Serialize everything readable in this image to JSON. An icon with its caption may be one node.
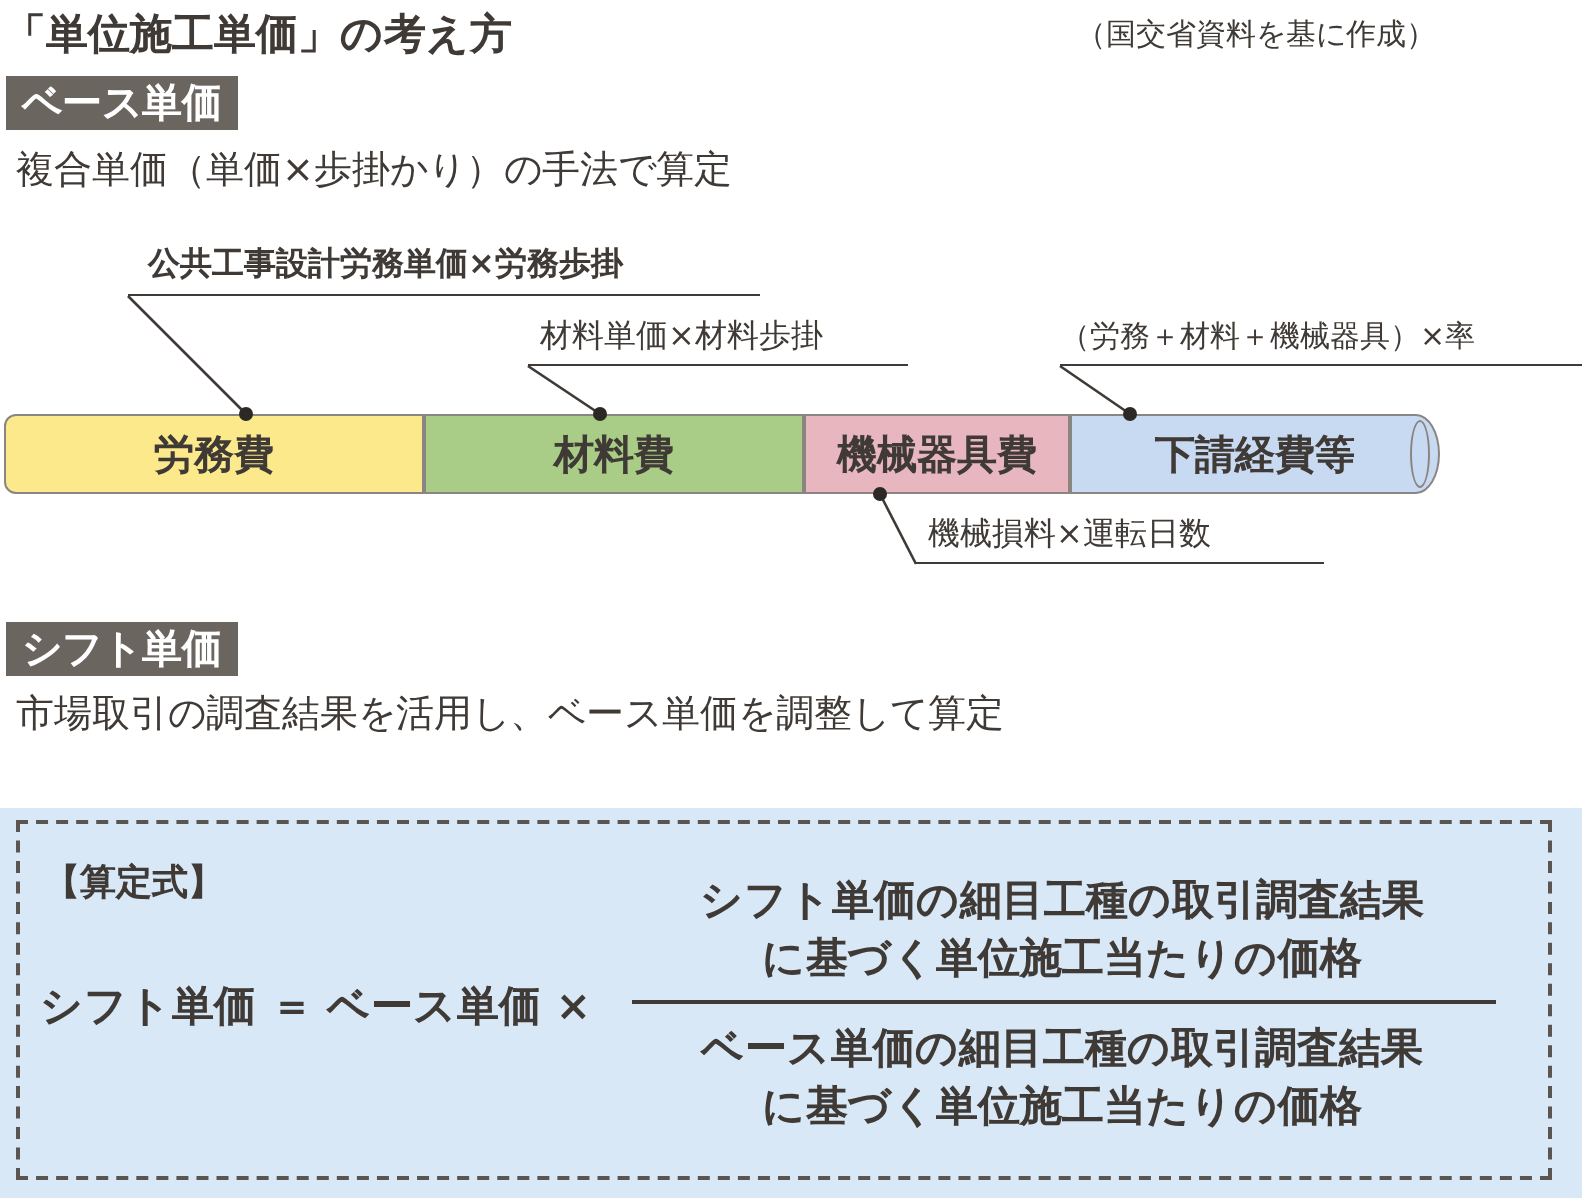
{
  "diagram": {
    "title": "「単位施工単価」の考え方",
    "nodes": [
      {
        "text": [
          "労務費"
        ]
      },
      {
        "text": [
          "材料費"
        ]
      },
      {
        "text": [
          "機械器具費"
        ]
      },
      {
        "text": [
          "下請経費等"
        ]
      },
      {
        "text": [
          "公共工事設計労務単価×労務歩掛"
        ]
      },
      {
        "text": [
          "材料単価×材料歩掛"
        ]
      },
      {
        "text": [
          "（労務＋材料＋機械器具）×率"
        ]
      },
      {
        "text": [
          "機械損料×運転日数"
        ]
      },
      {
        "text": [
          "ベース単価"
        ]
      },
      {
        "text": [
          "シフト単価"
        ]
      },
      {
        "text": [
          "【算定式】",
          "シフト単価 ＝ ベース単価 ×",
          "シフト単価の細目工種の取引調査結果に基づく単位施工当たりの価格",
          "ベース単価の細目工種の取引調査結果に基づく単位施工当たりの価格"
        ]
      }
    ],
    "edges": [
      {
        "from": 4,
        "to": 0,
        "arrow": "other"
      },
      {
        "from": 5,
        "to": 1,
        "arrow": "other"
      },
      {
        "from": 6,
        "to": 3,
        "arrow": "other"
      },
      {
        "from": 7,
        "to": 2,
        "arrow": "other"
      }
    ],
    "labels": [
      "（国交省資料を基に作成）",
      "複合単価（単価×歩掛かり）の手法で算定",
      "市場取引の調査結果を活用し、ベース単価を調整して算定"
    ]
  }
}
